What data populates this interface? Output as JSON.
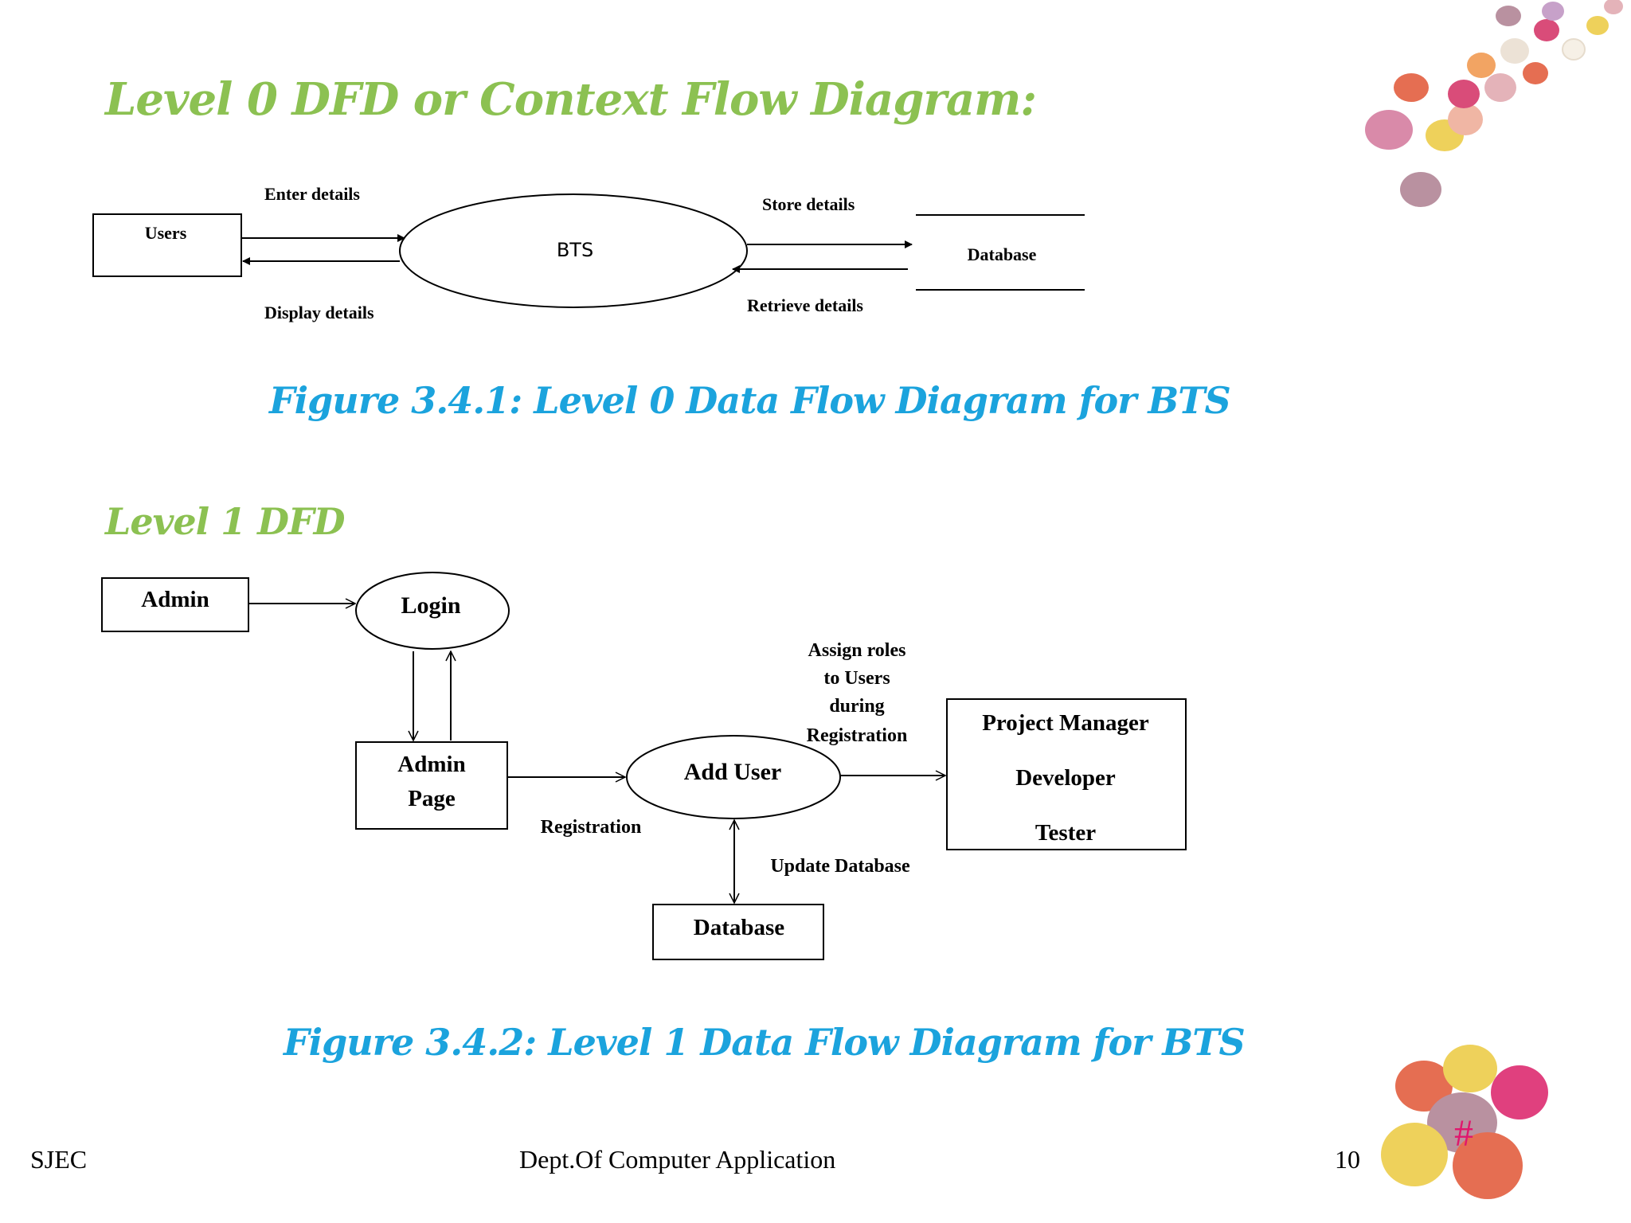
{
  "slide": {
    "title_level0": "Level 0 DFD or Context Flow Diagram:",
    "title_level1": "Level 1 DFD",
    "caption_fig1": "Figure 3.4.1: Level 0 Data Flow Diagram for BTS",
    "caption_fig2": "Figure 3.4.2: Level 1 Data Flow Diagram for BTS"
  },
  "level0": {
    "entity_users": "Users",
    "process_bts": "BTS",
    "store_database": "Database",
    "flow_enter": "Enter details",
    "flow_display": "Display details",
    "flow_store": "Store details",
    "flow_retrieve": "Retrieve details"
  },
  "level1": {
    "entity_admin": "Admin",
    "process_login": "Login",
    "admin_page_line1": "Admin",
    "admin_page_line2": "Page",
    "process_add_user": "Add User",
    "roles_line1": "Project Manager",
    "roles_line2": "Developer",
    "roles_line3": "Tester",
    "store_database": "Database",
    "flow_registration": "Registration",
    "flow_update": "Update Database",
    "assign_line1": "Assign roles",
    "assign_line2": "to Users",
    "assign_line3": "during",
    "assign_line4": "Registration"
  },
  "footer": {
    "left": "SJEC",
    "center": "Dept.Of Computer Application",
    "page_number": "10",
    "marker": "#"
  },
  "colors": {
    "title_green": "#8cc152",
    "caption_blue": "#1ba3dd",
    "marker_magenta": "#e0166d"
  }
}
